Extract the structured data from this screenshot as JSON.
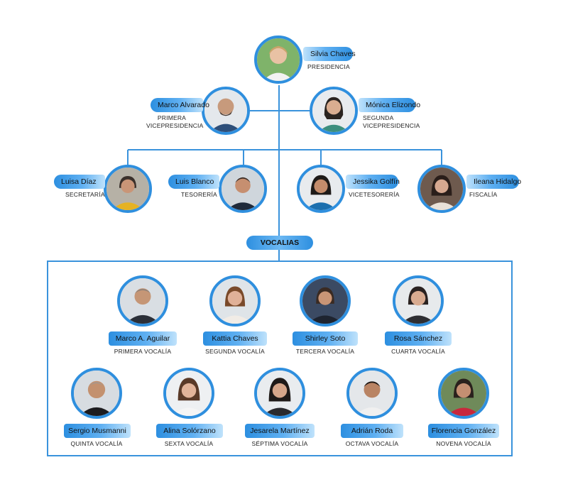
{
  "accent_color": "#2f8fde",
  "board": [
    {
      "key": "silvia",
      "name": "Silvia Chaves",
      "role": [
        "PRESIDENCIA"
      ]
    },
    {
      "key": "marco_alvarado",
      "name": "Marco Alvarado",
      "role": [
        "PRIMERA",
        "VICEPRESIDENCIA"
      ]
    },
    {
      "key": "monica",
      "name": "Mónica Elizondo",
      "role": [
        "SEGUNDA",
        "VICEPRESIDENCIA"
      ]
    },
    {
      "key": "luisa",
      "name": "Luisa Díaz",
      "role": [
        "SECRETARÍA"
      ]
    },
    {
      "key": "luis",
      "name": "Luis Blanco",
      "role": [
        "TESORERÍA"
      ]
    },
    {
      "key": "jessika",
      "name": "Jessika Golfín",
      "role": [
        "VICETESORERÍA"
      ]
    },
    {
      "key": "ileana",
      "name": "Ileana Hidalgo",
      "role": [
        "FISCALÍA"
      ]
    }
  ],
  "vocalias_label": "VOCALIAS",
  "vocales": [
    {
      "name": "Marco A. Aguilar",
      "role": "PRIMERA VOCALÍA"
    },
    {
      "name": "Kattia Chaves",
      "role": "SEGUNDA VOCALÍA"
    },
    {
      "name": "Shirley Soto",
      "role": "TERCERA VOCALÍA"
    },
    {
      "name": "Rosa Sánchez",
      "role": "CUARTA VOCALÍA"
    },
    {
      "name": "Sergio Musmanni",
      "role": "QUINTA VOCALÍA"
    },
    {
      "name": "Alina Solórzano",
      "role": "SEXTA VOCALÍA"
    },
    {
      "name": "Jesarela Martínez",
      "role": "SÉPTIMA VOCALÍA"
    },
    {
      "name": "Adrián Roda",
      "role": "OCTAVA VOCALÍA"
    },
    {
      "name": "Florencia González",
      "role": "NOVENA VOCALÍA"
    }
  ]
}
